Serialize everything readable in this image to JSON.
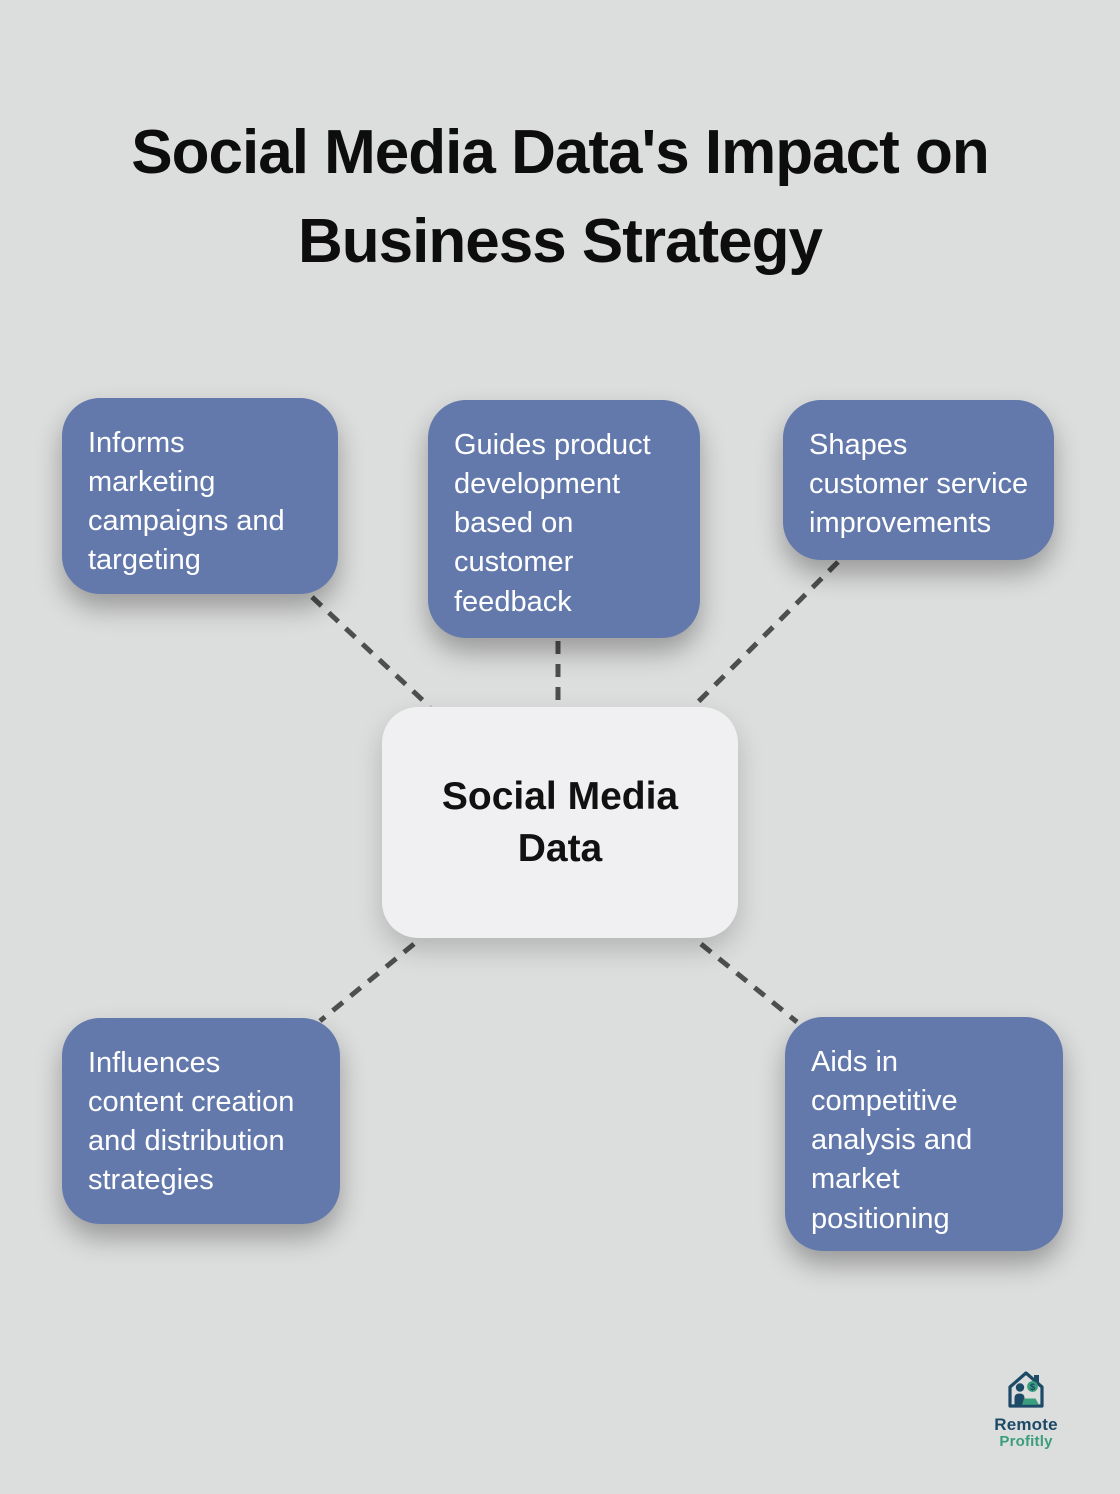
{
  "title": "Social Media Data's Impact on\nBusiness Strategy",
  "center_node": {
    "label": "Social Media\nData"
  },
  "nodes": [
    {
      "id": "informs-marketing",
      "label": "Informs marketing campaigns and targeting"
    },
    {
      "id": "guides-product",
      "label": "Guides product development based on customer feedback"
    },
    {
      "id": "shapes-customer",
      "label": "Shapes customer service improvements"
    },
    {
      "id": "influences-content",
      "label": "Influences content creation and distribution strategies"
    },
    {
      "id": "aids-competitive",
      "label": "Aids in competitive analysis and market positioning"
    }
  ],
  "logo": {
    "line1": "Remote",
    "line2": "Profitly"
  },
  "colors": {
    "background": "#dcdddd",
    "node_blue": "#6379ac",
    "center_bg": "#f0f0f2",
    "text_on_blue": "#ffffff",
    "title_color": "#0d0d0d",
    "connector": "#4e4e4e",
    "logo_navy": "#1d4a66",
    "logo_green": "#3a9e7e"
  }
}
